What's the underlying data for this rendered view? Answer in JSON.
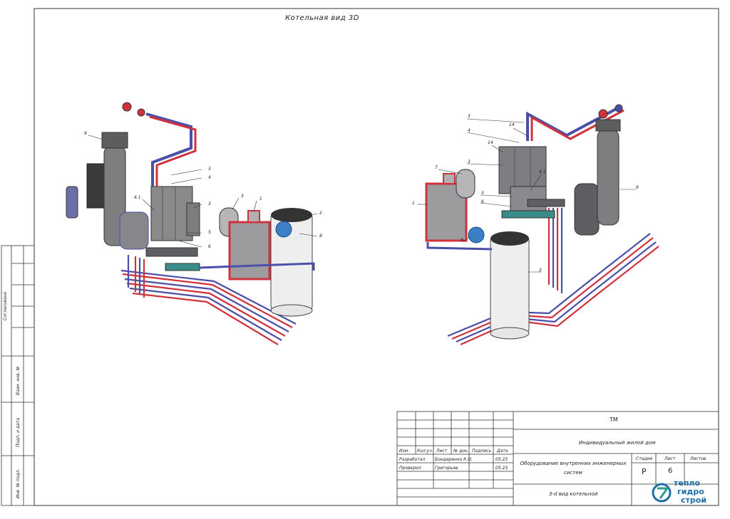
{
  "title": "Котельная вид 3D",
  "labels_left": [
    "9",
    "3",
    "4",
    "4.1",
    "3",
    "5",
    "6",
    "3",
    "1",
    "2",
    "8"
  ],
  "labels_right": [
    "3",
    "14",
    "4",
    "14",
    "7",
    "3",
    "4.1",
    "1",
    "5",
    "6",
    "8",
    "9",
    "2"
  ],
  "side_labels": [
    "Согласовано",
    "Взам. инв. №",
    "Подп. и дата",
    "Инв. № подл."
  ],
  "title_block": {
    "code": "ТМ",
    "project": "Индивидуальный жилой дом",
    "section": "Оборудование внутренних инженерных систем",
    "sheet_name": "3-d вид котельной",
    "headers": {
      "izm": "Изм.",
      "kol": "Кол.уч.",
      "list": "Лист",
      "ndok": "№ док.",
      "podpis": "Подпись",
      "data": "Дата"
    },
    "row1": {
      "role": "Разработал",
      "name": "Бондаренко К.О.",
      "date": "05.23"
    },
    "row2": {
      "role": "Проверил",
      "name": "Григорьев",
      "date": "05.23"
    },
    "stage_label": "Стадия",
    "stage": "Р",
    "sheet_label": "Лист",
    "sheet": "6",
    "sheets_label": "Листов",
    "sheets": ""
  },
  "logo": {
    "line1": "тепло",
    "line2": "гидро",
    "line3": "строй"
  },
  "colors": {
    "pipe_blue": "#4a4fa8",
    "pipe_red": "#d0323c",
    "tank": "#808080",
    "boiler_red": "#d0323c",
    "accent": "#1d6fa8"
  }
}
